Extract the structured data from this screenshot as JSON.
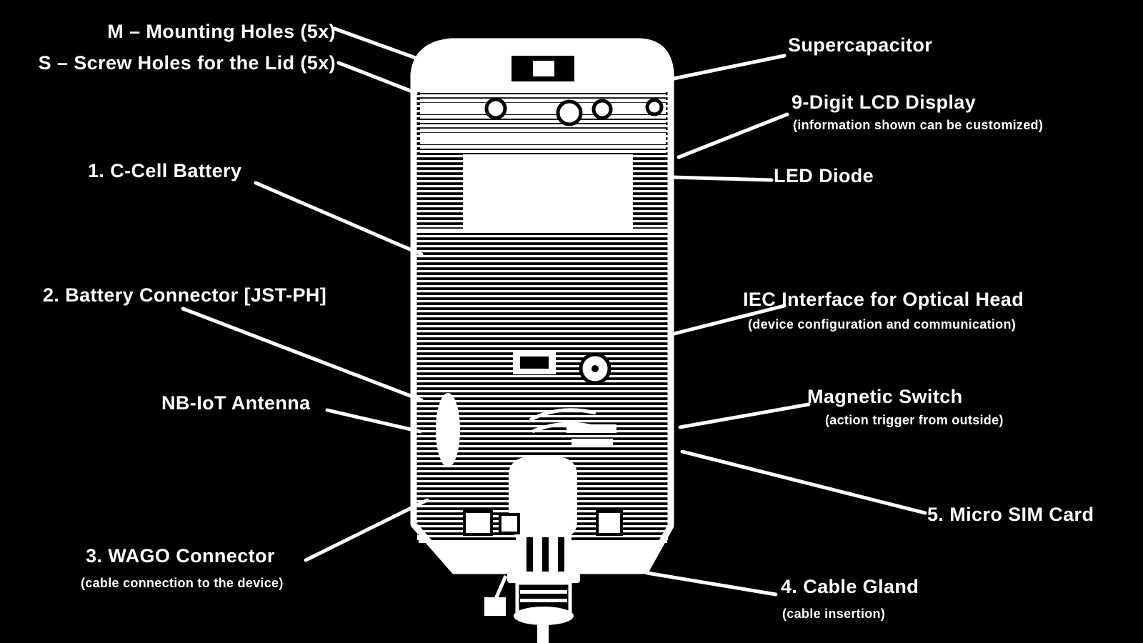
{
  "colors": {
    "background": "#000000",
    "ink": "#ffffff"
  },
  "labels": {
    "left": [
      {
        "text": "M – Mounting Holes (5x)"
      },
      {
        "text": "S – Screw Holes for the Lid (5x)"
      },
      {
        "text": "1. C-Cell Battery"
      },
      {
        "text": "2. Battery Connector [JST-PH]"
      },
      {
        "text": "NB-IoT Antenna"
      },
      {
        "text": "3. WAGO Connector",
        "sub": "(cable connection to the device)"
      }
    ],
    "right": [
      {
        "text": "Supercapacitor"
      },
      {
        "text": "9-Digit LCD Display",
        "sub": "(information shown can be customized)"
      },
      {
        "text": "LED Diode"
      },
      {
        "text": "IEC Interface for Optical Head",
        "sub": "(device configuration and communication)"
      },
      {
        "text": "Magnetic Switch",
        "sub": "(action trigger from outside)"
      },
      {
        "text": "5. Micro SIM Card"
      },
      {
        "text": "4. Cable Gland",
        "sub": "(cable insertion)"
      }
    ]
  }
}
